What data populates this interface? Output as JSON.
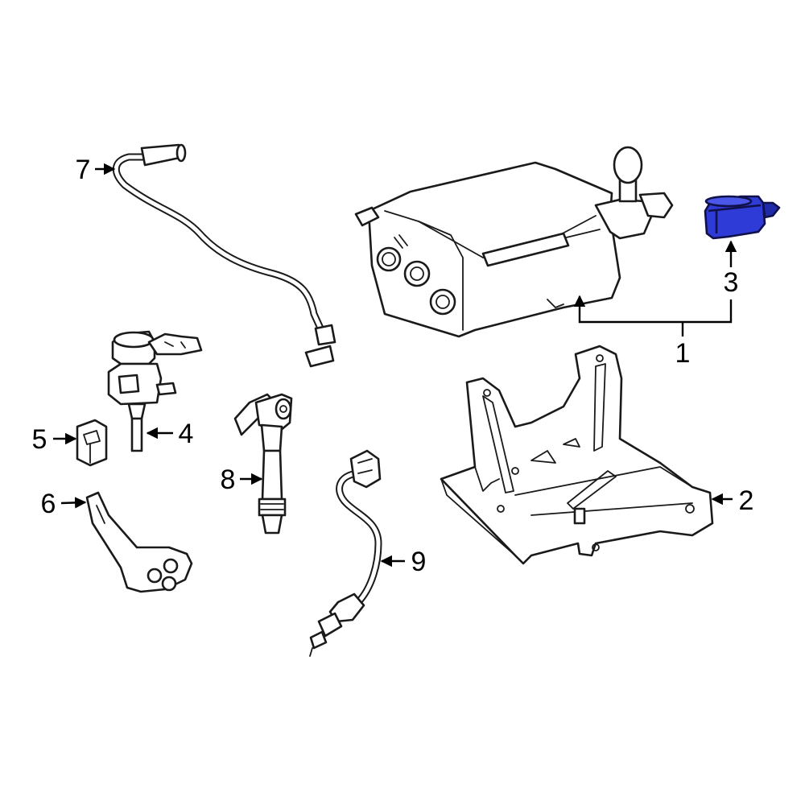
{
  "callouts": [
    {
      "id": "1",
      "label": "1"
    },
    {
      "id": "2",
      "label": "2"
    },
    {
      "id": "3",
      "label": "3"
    },
    {
      "id": "4",
      "label": "4"
    },
    {
      "id": "5",
      "label": "5"
    },
    {
      "id": "6",
      "label": "6"
    },
    {
      "id": "7",
      "label": "7"
    },
    {
      "id": "8",
      "label": "8"
    },
    {
      "id": "9",
      "label": "9"
    }
  ],
  "highlighted_part": "3",
  "colors": {
    "line": "#1a1a1a",
    "background": "#ffffff",
    "highlight_fill": "#2f3bd6",
    "highlight_stroke": "#10104a"
  }
}
